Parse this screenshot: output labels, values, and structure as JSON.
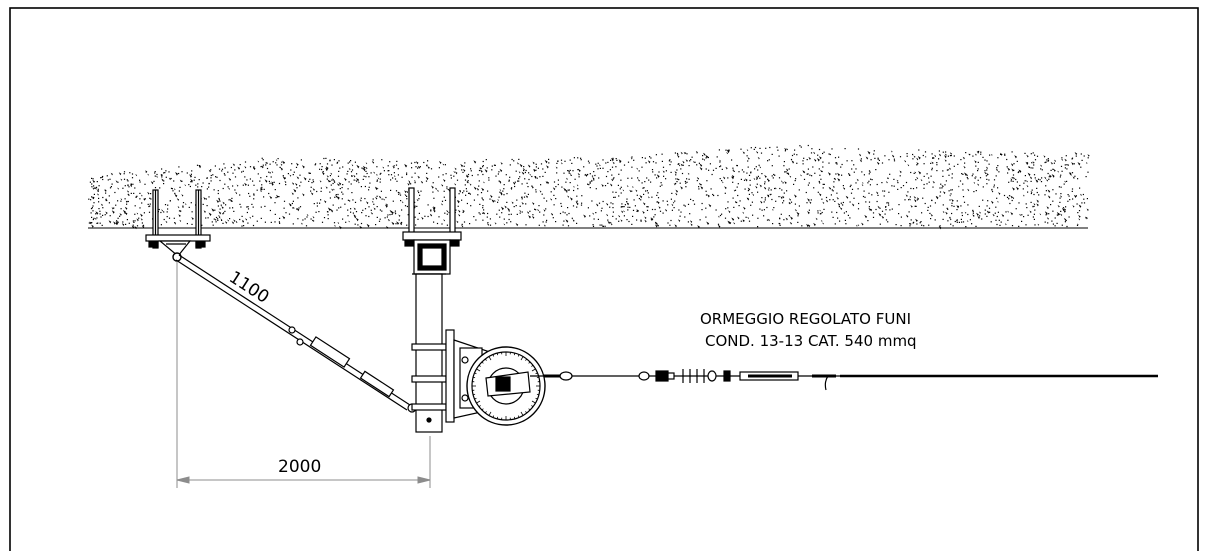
{
  "diagram": {
    "dimension_strut": "1100",
    "dimension_span": "2000",
    "note_line1": "ORMEGGIO REGOLATO FUNI",
    "note_line2": "COND. 13-13 CAT. 540 mmq"
  },
  "colors": {
    "line": "#000000",
    "dimension": "#8c8c8c",
    "frame": "#000000"
  }
}
